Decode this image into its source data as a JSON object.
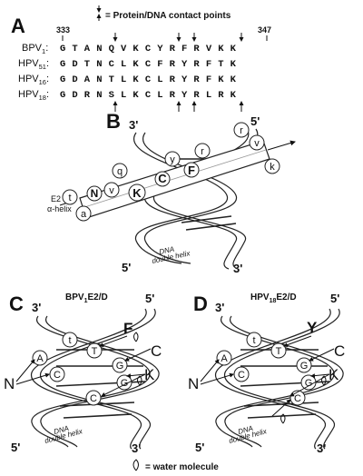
{
  "panelA": {
    "label": "A",
    "legend": "= Protein/DNA contact points",
    "pos_start": "333",
    "pos_end": "347",
    "rows": [
      {
        "name": "BPV",
        "sub": "1",
        "seq": "G T A N Q V K C Y R F R V K K"
      },
      {
        "name": "HPV",
        "sub": "51",
        "seq": "G D T N C L K C F R Y R F T K"
      },
      {
        "name": "HPV",
        "sub": "16",
        "seq": "G D A N T L K C L R Y R F K K"
      },
      {
        "name": "HPV",
        "sub": "18",
        "seq": "G D R N S L K C L R Y R L R K"
      }
    ]
  },
  "panelB": {
    "label": "B",
    "end_top_left": "3'",
    "end_top_right": "5'",
    "end_bottom_left": "5'",
    "end_bottom_right": "3'",
    "helix_label": "E2 α-helix",
    "helix_label_line1": "E2",
    "helix_label_line2": "α-helix",
    "dna_label_line1": "DNA",
    "dna_label_line2": "double helix",
    "residues": [
      "t",
      "a",
      "N",
      "q",
      "v",
      "K",
      "C",
      "y",
      "r",
      "F",
      "r",
      "v",
      "k"
    ]
  },
  "panelC": {
    "label": "C",
    "title": "BPV",
    "title_sub": "1",
    "title_suffix": "E2/D",
    "end_top_left": "3'",
    "end_top_right": "5'",
    "end_bottom_left": "5'",
    "end_bottom_right": "3'",
    "side_left": "N",
    "side_right_top": "F",
    "side_right_mid": "C",
    "side_right_low": "K",
    "bases": [
      "t",
      "T",
      "A",
      "G",
      "C",
      "G",
      "C"
    ],
    "dna_label_line1": "DNA",
    "dna_label_line2": "double helix"
  },
  "panelD": {
    "label": "D",
    "title": "HPV",
    "title_sub": "18",
    "title_suffix": "E2/D",
    "end_top_left": "3'",
    "end_top_right": "5'",
    "end_bottom_left": "5'",
    "end_bottom_right": "3'",
    "side_left": "N",
    "side_right_top": "Y",
    "side_right_mid": "C",
    "side_right_low": "K",
    "bases": [
      "t",
      "T",
      "A",
      "G",
      "C",
      "G",
      "C"
    ],
    "dna_label_line1": "DNA",
    "dna_label_line2": "double helix"
  },
  "footer": {
    "water_legend": "= water molecule"
  }
}
